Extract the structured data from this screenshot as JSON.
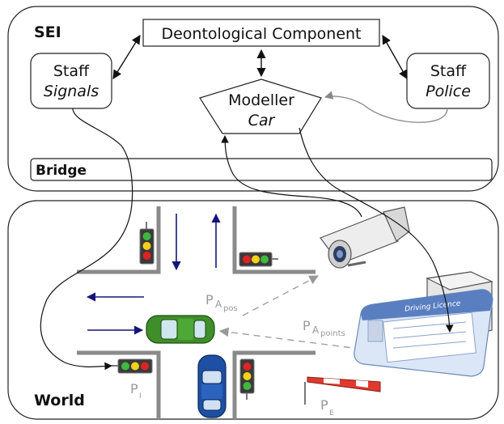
{
  "sei": {
    "label": "SEI",
    "deontological": "Deontological Component",
    "staff_signals": {
      "line1": "Staff",
      "line2": "Signals"
    },
    "staff_police": {
      "line1": "Staff",
      "line2": "Police"
    },
    "modeller": {
      "line1": "Modeller",
      "line2": "Car"
    }
  },
  "bridge": {
    "label": "Bridge"
  },
  "world": {
    "label": "World",
    "p_apos": {
      "main": "P",
      "sub": "A",
      "subsub": "pos"
    },
    "p_apoints": {
      "main": "P",
      "sub": "A",
      "subsub": "points"
    },
    "p_i": {
      "main": "P",
      "sub": "I"
    },
    "p_e": {
      "main": "P",
      "sub": "E"
    },
    "licence_title": "Driving Licence"
  },
  "colors": {
    "arrow_blue": "#15157a",
    "road_grey": "#8a8a8a",
    "car_green": "#3e8e2a",
    "car_blue": "#1d4fa3",
    "light_red": "#e02222",
    "light_yellow": "#f2d21a",
    "light_green": "#3fb83f"
  }
}
